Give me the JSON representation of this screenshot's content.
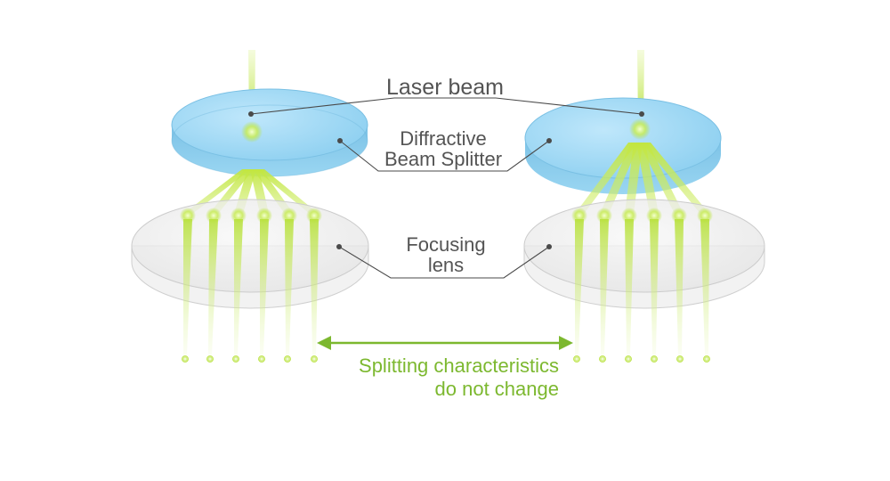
{
  "labels": {
    "laser_beam": "Laser beam",
    "beam_splitter_line1": "Diffractive",
    "beam_splitter_line2": "Beam Splitter",
    "focusing_lens_line1": "Focusing",
    "focusing_lens_line2": "lens",
    "characteristics_line1": "Splitting characteristics",
    "characteristics_line2": "do not change"
  },
  "colors": {
    "beam_green": "#a8d830",
    "accent_green": "#7cb82f",
    "splitter_blue": "#8ccff0",
    "lens_gray": "#e8e8e8",
    "label_gray": "#545454",
    "leader_line": "#4a4a4a"
  },
  "setups": [
    {
      "name": "left-setup",
      "beam_count": 6
    },
    {
      "name": "right-setup",
      "beam_count": 6
    }
  ]
}
